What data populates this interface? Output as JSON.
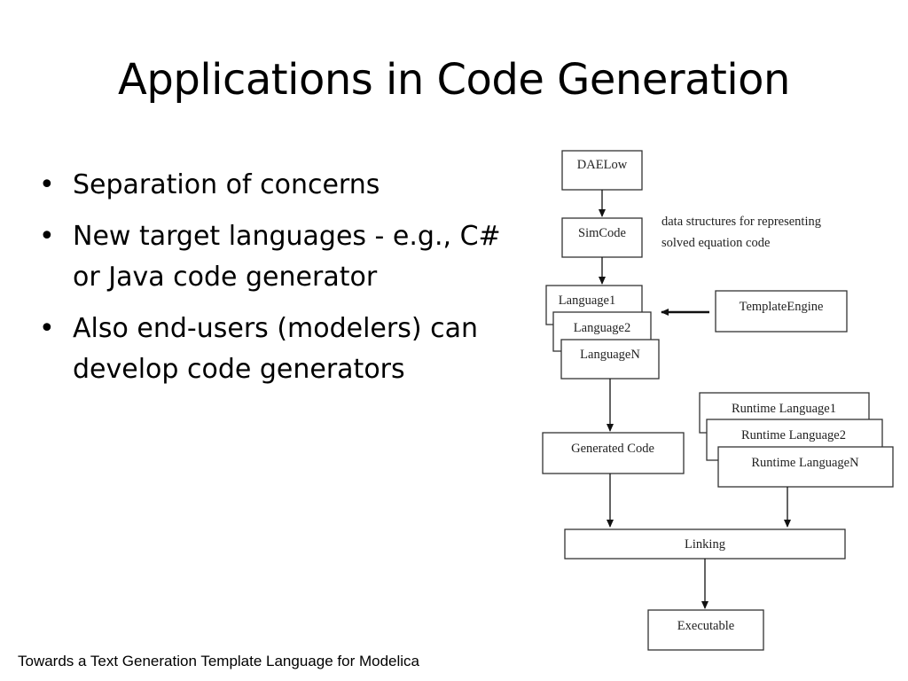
{
  "slide": {
    "title": "Applications in Code Generation",
    "bullets": [
      {
        "marker": "•",
        "text": "Separation of concerns"
      },
      {
        "marker": "•",
        "text": "New target languages -  e.g., C# or Java code generator"
      },
      {
        "marker": "•",
        "text": "Also end-users (modelers) can develop code generators"
      }
    ],
    "footer": "Towards a Text Generation Template Language for Modelica"
  },
  "diagram": {
    "daelow": "DAELow",
    "simcode": "SimCode",
    "note_line1": "data structures for representing",
    "note_line2": "solved equation code",
    "language1": "Language1",
    "language2": "Language2",
    "languageN": "LanguageN",
    "template_engine": "TemplateEngine",
    "runtime1": "Runtime Language1",
    "runtime2": "Runtime Language2",
    "runtimeN": "Runtime LanguageN",
    "generated_code": "Generated Code",
    "linking": "Linking",
    "executable": "Executable"
  }
}
